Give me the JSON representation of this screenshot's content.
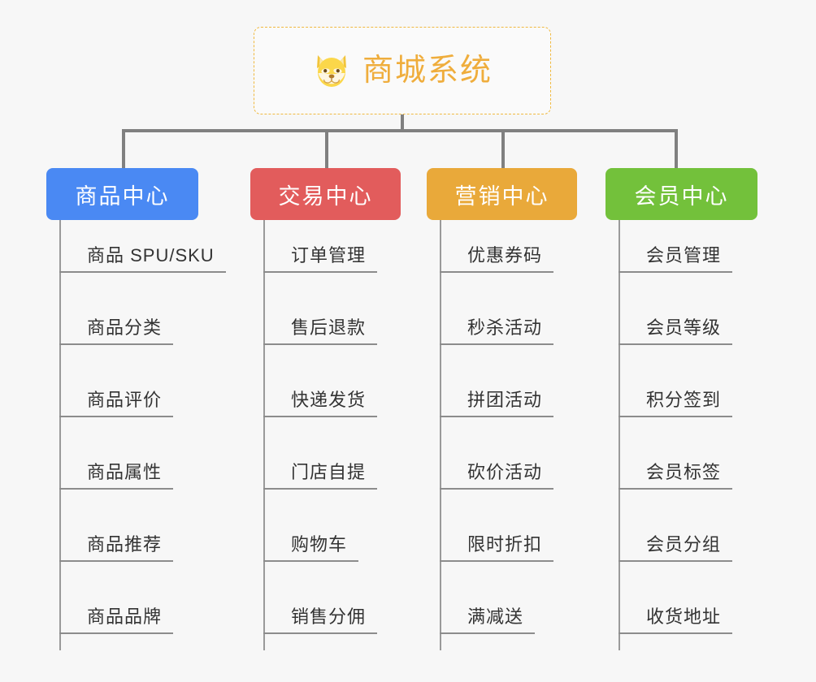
{
  "root": {
    "icon": "shiba-dog-face-icon",
    "title": "商城系统"
  },
  "colors": {
    "background": "#f7f7f7",
    "root_border": "#f0b940",
    "root_text": "#efad3c",
    "connector": "#808080",
    "leaf_rule": "#8c8c8c",
    "leaf_text": "#333333",
    "branch_blue": "#4a89f3",
    "branch_red": "#e25c5c",
    "branch_orange": "#e9a93a",
    "branch_green": "#73c13b"
  },
  "branches": [
    {
      "label": "商品中心",
      "color": "#4a89f3",
      "items": [
        "商品 SPU/SKU",
        "商品分类",
        "商品评价",
        "商品属性",
        "商品推荐",
        "商品品牌"
      ]
    },
    {
      "label": "交易中心",
      "color": "#e25c5c",
      "items": [
        "订单管理",
        "售后退款",
        "快递发货",
        "门店自提",
        "购物车",
        "销售分佣"
      ]
    },
    {
      "label": "营销中心",
      "color": "#e9a93a",
      "items": [
        "优惠券码",
        "秒杀活动",
        "拼团活动",
        "砍价活动",
        "限时折扣",
        "满减送"
      ]
    },
    {
      "label": "会员中心",
      "color": "#73c13b",
      "items": [
        "会员管理",
        "会员等级",
        "积分签到",
        "会员标签",
        "会员分组",
        "收货地址"
      ]
    }
  ]
}
